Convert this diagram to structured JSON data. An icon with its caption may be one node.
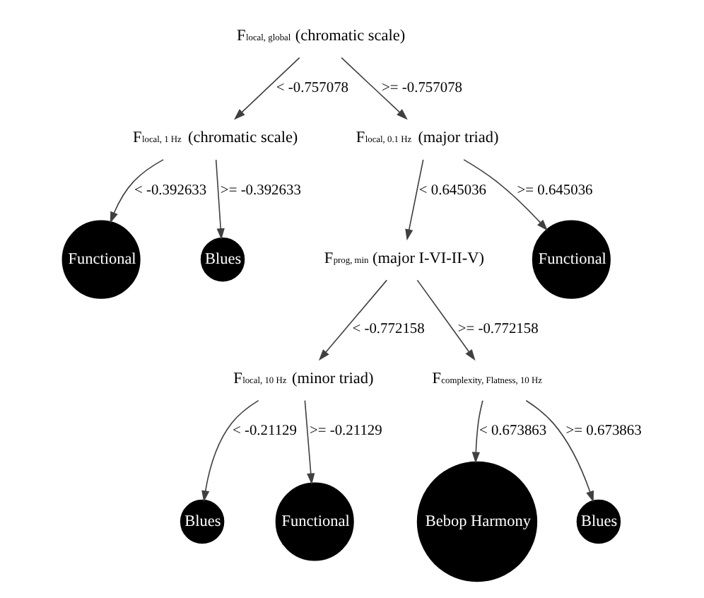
{
  "diagram": {
    "nodes": [
      {
        "text": [
          "F$_{local, global}$ (chromatic scale)"
        ]
      },
      {
        "text": [
          "F$_{local, 1 Hz}$ (chromatic scale)"
        ]
      },
      {
        "text": [
          "F$_{local, 0.1 Hz}$ (major triad)"
        ]
      },
      {
        "text": [
          "Functional"
        ]
      },
      {
        "text": [
          "Blues"
        ]
      },
      {
        "text": [
          "F$_{prog, min}$ (major I-VI-II-V)"
        ]
      },
      {
        "text": [
          "Functional"
        ]
      },
      {
        "text": [
          "F$_{local, 10 Hz}$ (minor triad)"
        ]
      },
      {
        "text": [
          "F$_{complexity, Flatness, 10 Hz}$"
        ]
      },
      {
        "text": [
          "Blues"
        ]
      },
      {
        "text": [
          "Functional"
        ]
      },
      {
        "text": [
          "Bebop Harmony"
        ]
      },
      {
        "text": [
          "Blues"
        ]
      }
    ],
    "edges": [
      {
        "from": 0,
        "to": 1,
        "arrow": "to",
        "label": "< -0.757078"
      },
      {
        "from": 0,
        "to": 2,
        "arrow": "to",
        "label": ">= -0.757078"
      },
      {
        "from": 1,
        "to": 3,
        "arrow": "to",
        "label": "< -0.392633"
      },
      {
        "from": 1,
        "to": 4,
        "arrow": "to",
        "label": ">= -0.392633"
      },
      {
        "from": 2,
        "to": 5,
        "arrow": "to",
        "label": "< 0.645036"
      },
      {
        "from": 2,
        "to": 6,
        "arrow": "to",
        "label": ">= 0.645036"
      },
      {
        "from": 5,
        "to": 7,
        "arrow": "to",
        "label": "< -0.772158"
      },
      {
        "from": 5,
        "to": 8,
        "arrow": "to",
        "label": ">= -0.772158"
      },
      {
        "from": 7,
        "to": 9,
        "arrow": "to",
        "label": "< -0.21129"
      },
      {
        "from": 7,
        "to": 10,
        "arrow": "to",
        "label": ">= -0.21129"
      },
      {
        "from": 8,
        "to": 11,
        "arrow": "to",
        "label": "< 0.673863"
      },
      {
        "from": 8,
        "to": 12,
        "arrow": "to",
        "label": ">= 0.673863"
      }
    ]
  }
}
